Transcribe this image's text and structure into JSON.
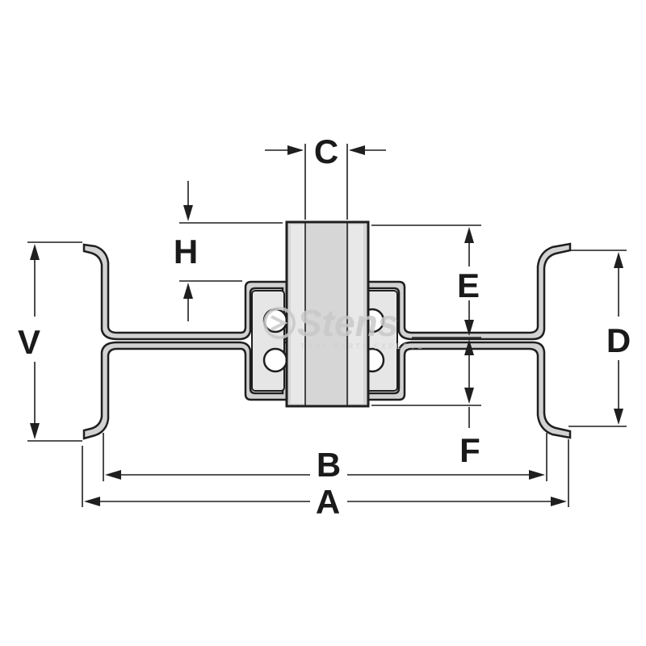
{
  "labels": {
    "a": "A",
    "b": "B",
    "c": "C",
    "d": "D",
    "e": "E",
    "f": "F",
    "h": "H",
    "v": "V"
  },
  "watermark": {
    "brand": "Stens",
    "tagline": "TURF PARTS EXPERTS"
  },
  "colors": {
    "line": "#1f1f1f",
    "fill": "#d2d2d2",
    "watermark": "#c9c9c9"
  }
}
